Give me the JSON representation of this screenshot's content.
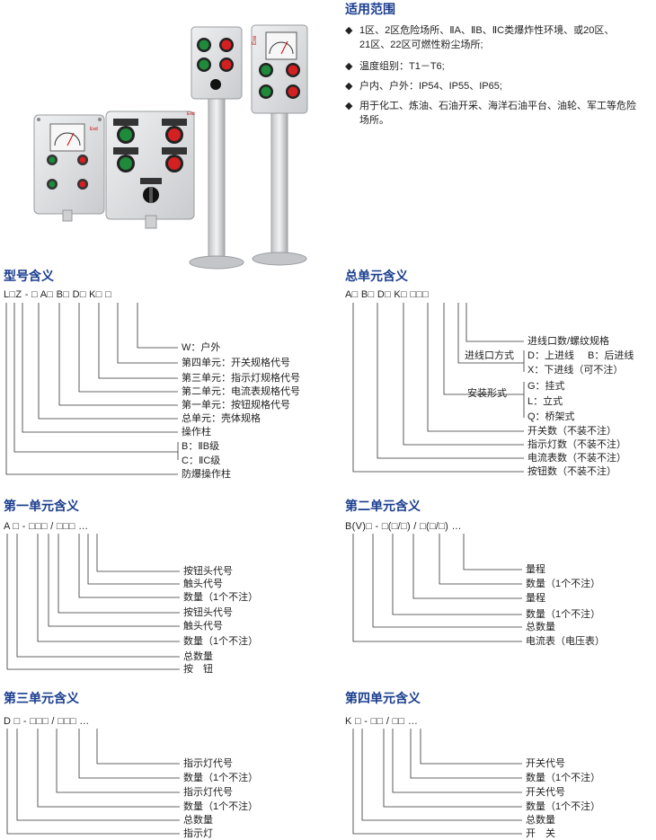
{
  "scope": {
    "title": "适用范围",
    "bullets": [
      {
        "mark": "◆",
        "lines": [
          "1区、2区危险场所、ⅡA、ⅡB、ⅡC类爆炸性环境、或20区、",
          "21区、22区可燃性粉尘场所;"
        ]
      },
      {
        "mark": "◆",
        "lines": [
          "温度组别：T1－T6;"
        ]
      },
      {
        "mark": "◆",
        "lines": [
          "户内、户外：IP54、IP55、IP65;"
        ]
      },
      {
        "mark": "◆",
        "lines": [
          "用于化工、炼油、石油开采、海洋石油平台、油轮、军工等危险",
          "场所。"
        ]
      }
    ]
  },
  "photo_text": {
    "box1_label": "Exd",
    "box2_label": "Exd",
    "box4_label": "Exe"
  },
  "model": {
    "title": "型号含义",
    "code": "L□Z - □ A□ B□ D□ K□ □",
    "labels": [
      "W：户外",
      "第四单元：开关规格代号",
      "第三单元：指示灯规格代号",
      "第二单元：电流表规格代号",
      "第一单元：按钮规格代号",
      "总单元：壳体规格",
      "操作柱",
      "B：ⅡB级",
      "C：ⅡC级",
      "防爆操作柱"
    ]
  },
  "total": {
    "title": "总单元含义",
    "code": "A□ B□ D□ K□ □□□",
    "labels": [
      "进线口数/螺纹规格",
      "进线口方式",
      "D：上进线",
      "B：后进线",
      "X：下进线（可不注）",
      "安装形式",
      "G：挂式",
      "L：立式",
      "Q：桥架式",
      "开关数（不装不注）",
      "指示灯数（不装不注）",
      "电流表数（不装不注）",
      "按钮数（不装不注）"
    ]
  },
  "unit1": {
    "title": "第一单元含义",
    "code": "A □ - □□□ / □□□ …",
    "labels": [
      "按钮头代号",
      "触头代号",
      "数量（1个不注）",
      "按钮头代号",
      "触头代号",
      "数量（1个不注）",
      "总数量",
      "按　钮"
    ]
  },
  "unit2": {
    "title": "第二单元含义",
    "code": "B(V)□ - □(□/□) / □(□/□) …",
    "labels": [
      "量程",
      "数量（1个不注）",
      "量程",
      "数量（1个不注）",
      "总数量",
      "电流表（电压表）"
    ]
  },
  "unit3": {
    "title": "第三单元含义",
    "code": "D □ - □□□ / □□□ …",
    "labels": [
      "指示灯代号",
      "数量（1个不注）",
      "指示灯代号",
      "数量（1个不注）",
      "总数量",
      "指示灯"
    ]
  },
  "unit4": {
    "title": "第四单元含义",
    "code": "K □ - □□ / □□ …",
    "labels": [
      "开关代号",
      "数量（1个不注）",
      "开关代号",
      "数量（1个不注）",
      "总数量",
      "开　关"
    ]
  },
  "colors": {
    "heading": "#1a3d8f",
    "line": "#333333",
    "enclosure": "#d9dadc",
    "red": "#d32020",
    "green": "#1e8a3a"
  }
}
